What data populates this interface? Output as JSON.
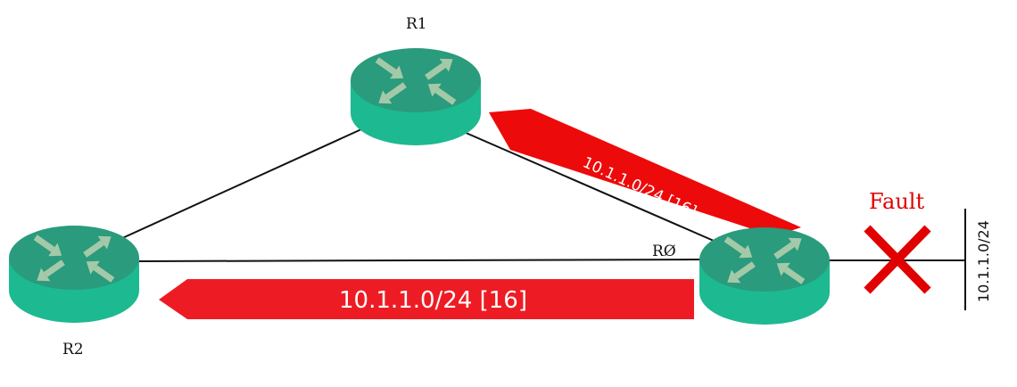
{
  "routers": {
    "r0": {
      "label": "RØ"
    },
    "r1": {
      "label": "R1"
    },
    "r2": {
      "label": "R2"
    }
  },
  "advertisements": {
    "to_r2": {
      "text": "10.1.1.0/24 [16]"
    },
    "to_r1": {
      "text": "10.1.1.0/24 [16]"
    }
  },
  "fault": {
    "label": "Fault"
  },
  "network": {
    "label": "10.1.1.0/24"
  },
  "colors": {
    "router_top": "#2a9b7c",
    "router_side": "#1db991",
    "router_arrow": "#9fc7a8",
    "arrow_red": "#e8232a",
    "fault_red": "#e00000",
    "line": "#111111"
  },
  "icons": {
    "router": "router-icon",
    "fault": "x-mark-icon"
  }
}
